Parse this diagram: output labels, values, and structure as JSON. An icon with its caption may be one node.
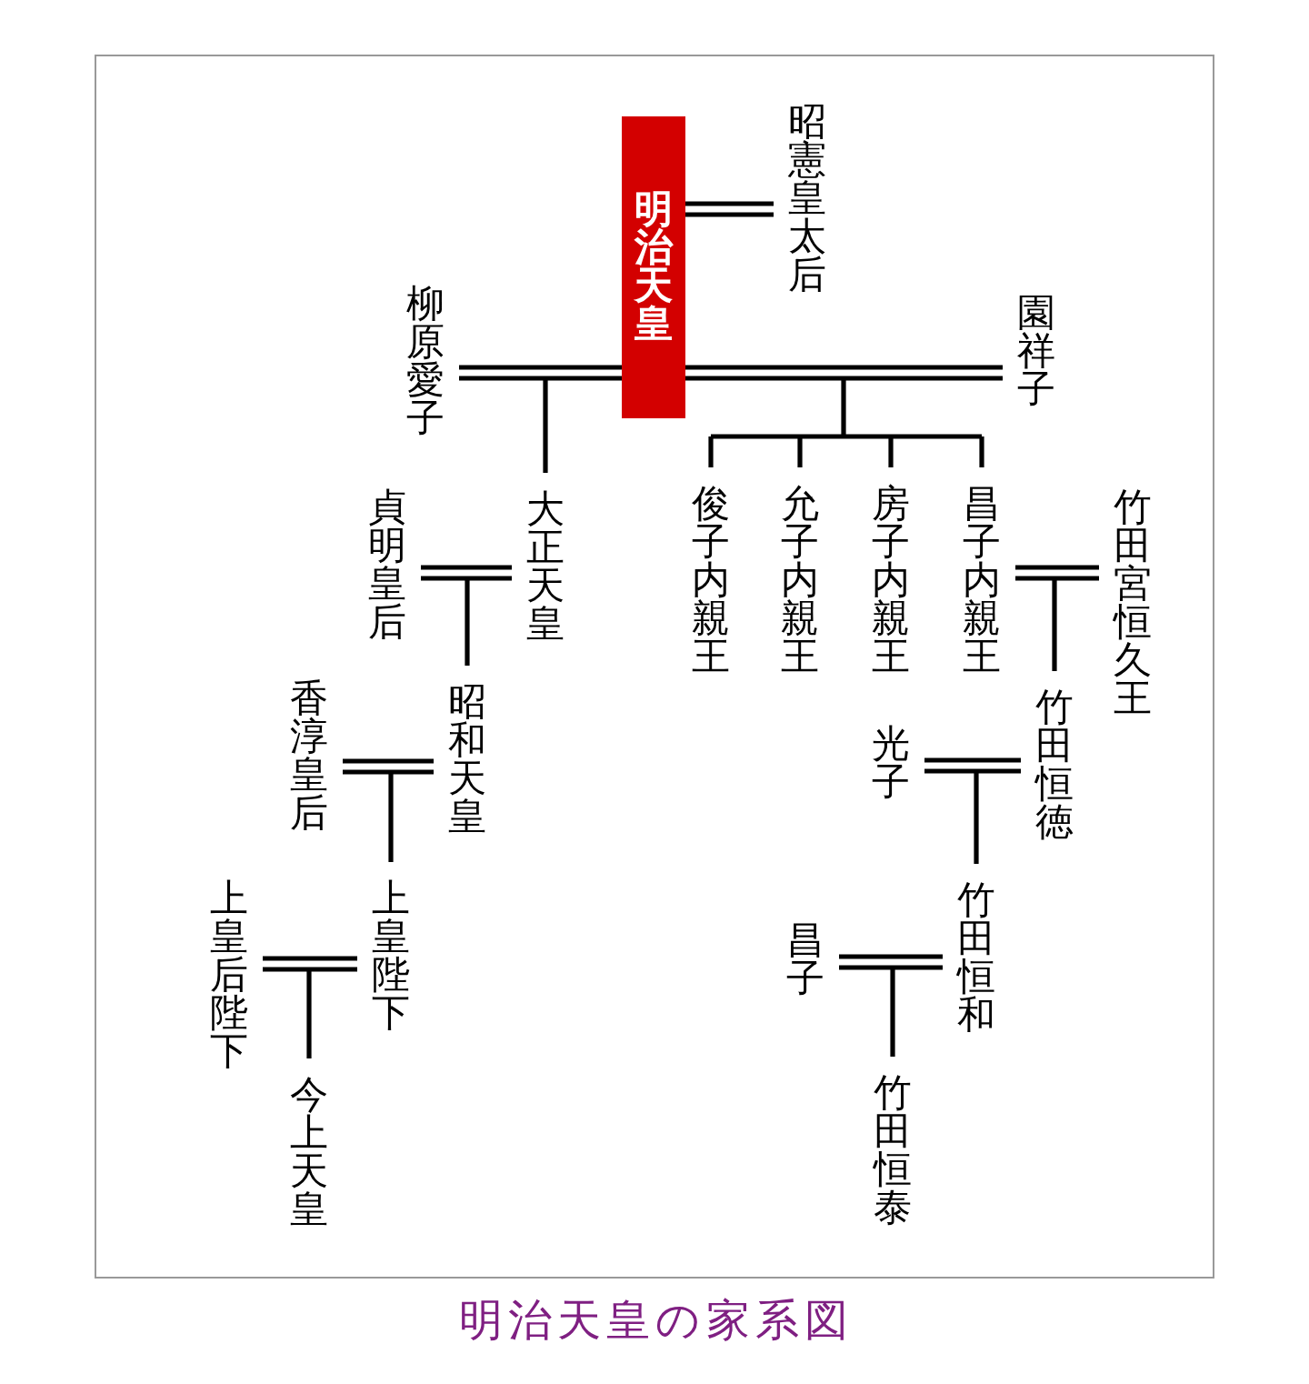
{
  "diagram": {
    "caption": "明治天皇の家系図",
    "nodes": [
      {
        "text": [
          "明治天皇"
        ]
      },
      {
        "text": [
          "昭憲皇太后"
        ]
      },
      {
        "text": [
          "柳原愛子"
        ]
      },
      {
        "text": [
          "園祥子"
        ]
      },
      {
        "text": [
          "貞明皇后"
        ]
      },
      {
        "text": [
          "大正天皇"
        ]
      },
      {
        "text": [
          "俊子内親王"
        ]
      },
      {
        "text": [
          "允子内親王"
        ]
      },
      {
        "text": [
          "房子内親王"
        ]
      },
      {
        "text": [
          "昌子内親王"
        ]
      },
      {
        "text": [
          "竹田宮恒久王"
        ]
      },
      {
        "text": [
          "香淳皇后"
        ]
      },
      {
        "text": [
          "昭和天皇"
        ]
      },
      {
        "text": [
          "光子"
        ]
      },
      {
        "text": [
          "竹田恒徳"
        ]
      },
      {
        "text": [
          "上皇后陛下"
        ]
      },
      {
        "text": [
          "上皇陛下"
        ]
      },
      {
        "text": [
          "昌子"
        ]
      },
      {
        "text": [
          "竹田恒和"
        ]
      },
      {
        "text": [
          "今上天皇"
        ]
      },
      {
        "text": [
          "竹田恒泰"
        ]
      }
    ],
    "edges": [
      {
        "from": 0,
        "to": 1,
        "arrow": "none"
      },
      {
        "from": 2,
        "to": 0,
        "arrow": "none"
      },
      {
        "from": 0,
        "to": 3,
        "arrow": "none"
      },
      {
        "from": 2,
        "to": 5,
        "arrow": "none"
      },
      {
        "from": 0,
        "to": 5,
        "arrow": "none"
      },
      {
        "from": 0,
        "to": 6,
        "arrow": "none"
      },
      {
        "from": 3,
        "to": 6,
        "arrow": "none"
      },
      {
        "from": 0,
        "to": 7,
        "arrow": "none"
      },
      {
        "from": 3,
        "to": 7,
        "arrow": "none"
      },
      {
        "from": 0,
        "to": 8,
        "arrow": "none"
      },
      {
        "from": 3,
        "to": 8,
        "arrow": "none"
      },
      {
        "from": 0,
        "to": 9,
        "arrow": "none"
      },
      {
        "from": 3,
        "to": 9,
        "arrow": "none"
      },
      {
        "from": 4,
        "to": 5,
        "arrow": "none"
      },
      {
        "from": 4,
        "to": 12,
        "arrow": "none"
      },
      {
        "from": 5,
        "to": 12,
        "arrow": "none"
      },
      {
        "from": 9,
        "to": 10,
        "arrow": "none"
      },
      {
        "from": 9,
        "to": 14,
        "arrow": "none"
      },
      {
        "from": 10,
        "to": 14,
        "arrow": "none"
      },
      {
        "from": 11,
        "to": 12,
        "arrow": "none"
      },
      {
        "from": 11,
        "to": 16,
        "arrow": "none"
      },
      {
        "from": 12,
        "to": 16,
        "arrow": "none"
      },
      {
        "from": 13,
        "to": 14,
        "arrow": "none"
      },
      {
        "from": 13,
        "to": 18,
        "arrow": "none"
      },
      {
        "from": 14,
        "to": 18,
        "arrow": "none"
      },
      {
        "from": 15,
        "to": 16,
        "arrow": "none"
      },
      {
        "from": 15,
        "to": 19,
        "arrow": "none"
      },
      {
        "from": 16,
        "to": 19,
        "arrow": "none"
      },
      {
        "from": 17,
        "to": 18,
        "arrow": "none"
      },
      {
        "from": 17,
        "to": 20,
        "arrow": "none"
      },
      {
        "from": 18,
        "to": 20,
        "arrow": "none"
      }
    ]
  }
}
